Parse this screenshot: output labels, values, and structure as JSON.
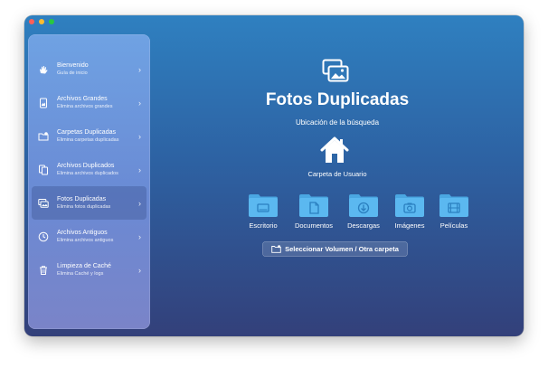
{
  "sidebar": {
    "items": [
      {
        "title": "Bienvenido",
        "subtitle": "Guía de inicio",
        "icon": "wave-hand-icon"
      },
      {
        "title": "Archivos Grandes",
        "subtitle": "Elimina archivos grandes",
        "icon": "large-file-icon"
      },
      {
        "title": "Carpetas Duplicadas",
        "subtitle": "Elimina carpetas duplicadas",
        "icon": "folder-duplicate-icon"
      },
      {
        "title": "Archivos Duplicados",
        "subtitle": "Elimina archivos duplicados",
        "icon": "file-duplicate-icon"
      },
      {
        "title": "Fotos Duplicadas",
        "subtitle": "Elimina fotos duplicadas",
        "icon": "photo-duplicate-icon",
        "selected": true
      },
      {
        "title": "Archivos Antiguos",
        "subtitle": "Elimina archivos antiguos",
        "icon": "clock-icon"
      },
      {
        "title": "Limpieza de Caché",
        "subtitle": "Elimina Caché y logs",
        "icon": "trash-icon"
      }
    ]
  },
  "main": {
    "title": "Fotos Duplicadas",
    "subtitle": "Ubicación de la búsqueda",
    "home_label": "Carpeta de Usuario",
    "folders": [
      {
        "label": "Escritorio",
        "icon": "desktop-folder-icon"
      },
      {
        "label": "Documentos",
        "icon": "documents-folder-icon"
      },
      {
        "label": "Descargas",
        "icon": "downloads-folder-icon"
      },
      {
        "label": "Imágenes",
        "icon": "pictures-folder-icon"
      },
      {
        "label": "Películas",
        "icon": "movies-folder-icon"
      }
    ],
    "select_button": "Seleccionar Volumen / Otra carpeta"
  },
  "colors": {
    "folder": "#5bb8f0",
    "folder_tab": "#4aa7e2",
    "accent": "#2f80c0"
  }
}
